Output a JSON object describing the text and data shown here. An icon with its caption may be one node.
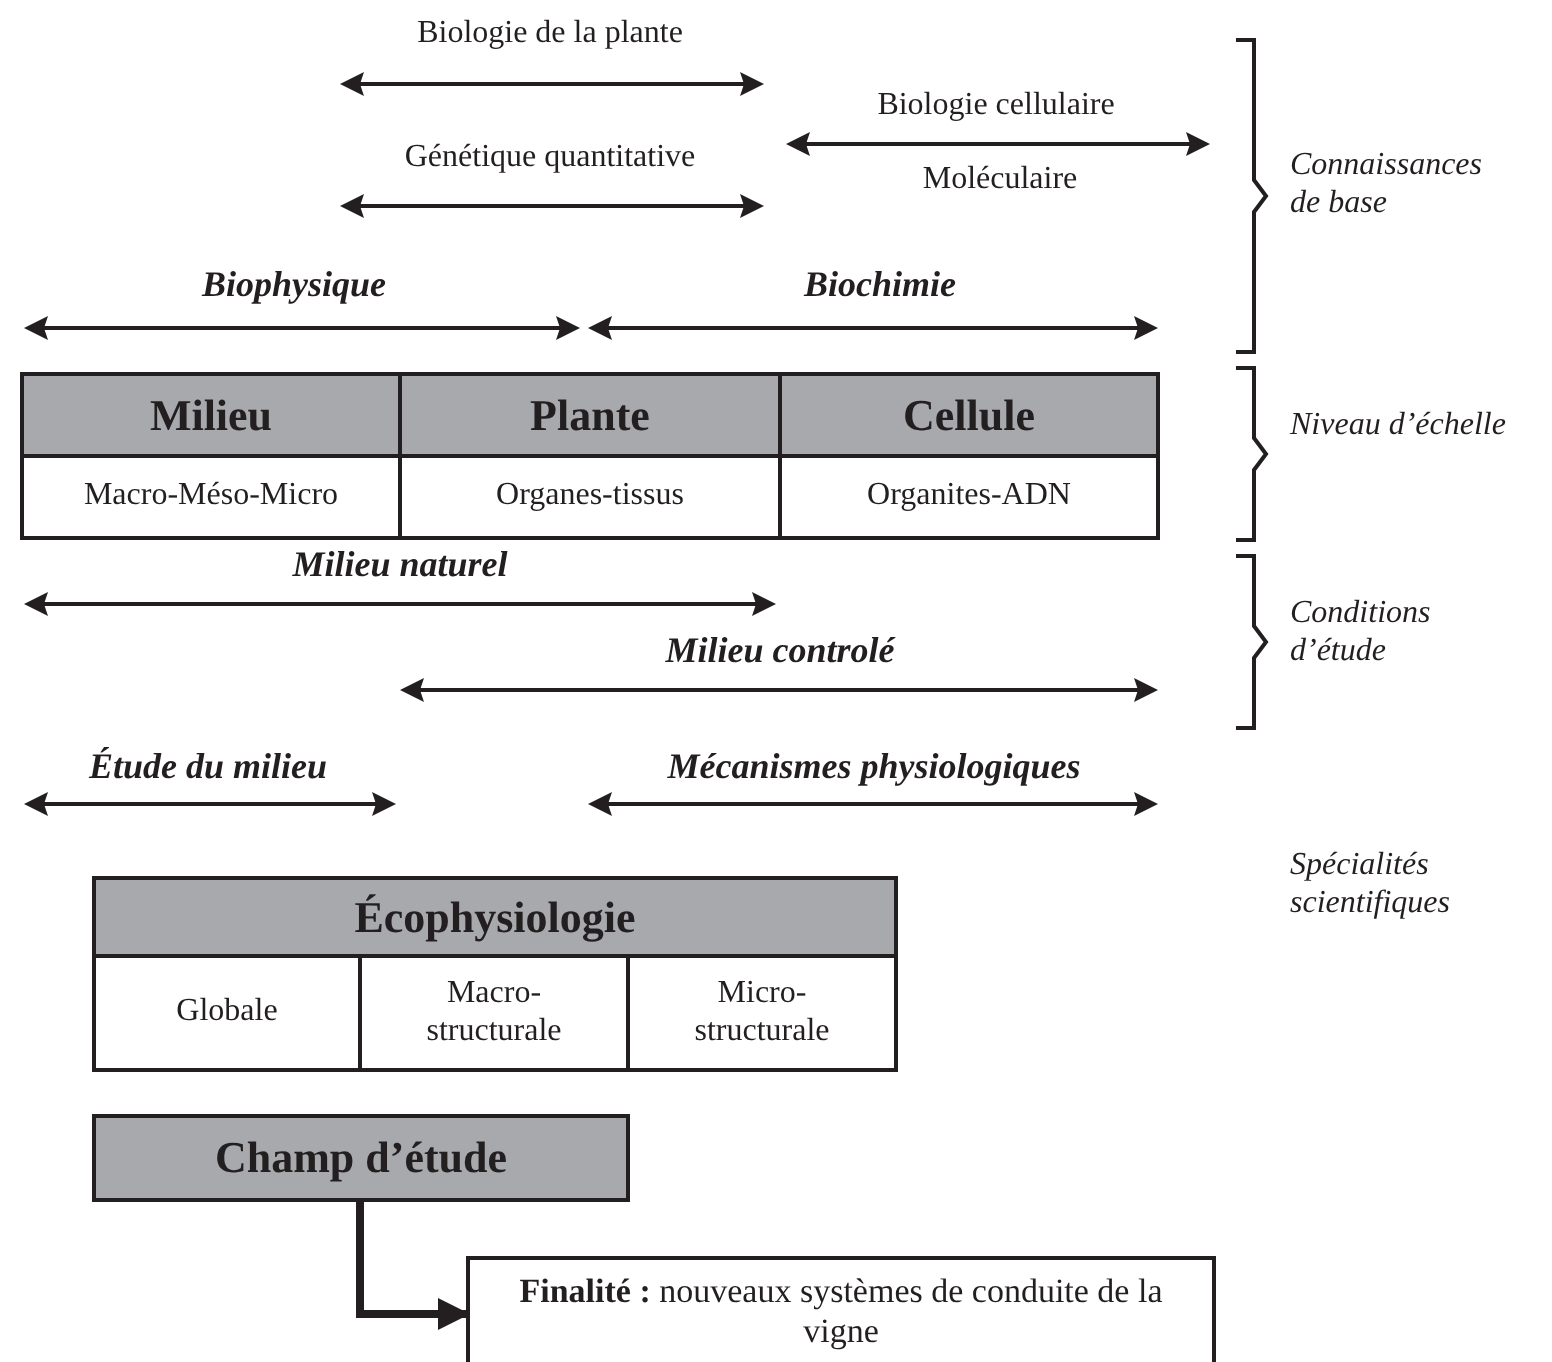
{
  "diagram": {
    "nodes": [
      {
        "text": [
          "Milieu"
        ]
      },
      {
        "text": [
          "Plante"
        ]
      },
      {
        "text": [
          "Cellule"
        ]
      },
      {
        "text": [
          "Macro-Méso-Micro"
        ]
      },
      {
        "text": [
          "Organes-tissus"
        ]
      },
      {
        "text": [
          "Organites-ADN"
        ]
      },
      {
        "text": [
          "Écophysiologie"
        ]
      },
      {
        "text": [
          "Globale"
        ]
      },
      {
        "text": [
          "Macro- structurale"
        ]
      },
      {
        "text": [
          "Micro- structurale"
        ]
      },
      {
        "text": [
          "Champ d’étude"
        ]
      },
      {
        "text": [
          "**Finalité :** nouveaux systèmes de conduite de la vigne"
        ]
      }
    ],
    "edges": [
      {
        "from": 10,
        "to": 11,
        "arrow": "to"
      }
    ],
    "labels": [
      "Biologie de la plante",
      "Biologie cellulaire",
      "Génétique quantitative",
      "Moléculaire",
      "Connaissances de base",
      "Biophysique",
      "Biochimie",
      "Niveau d’échelle",
      "Milieu naturel",
      "Conditions d’étude",
      "Milieu controlé",
      "Étude du milieu",
      "Mécanismes physiologiques",
      "Spécialités scientifiques"
    ]
  }
}
